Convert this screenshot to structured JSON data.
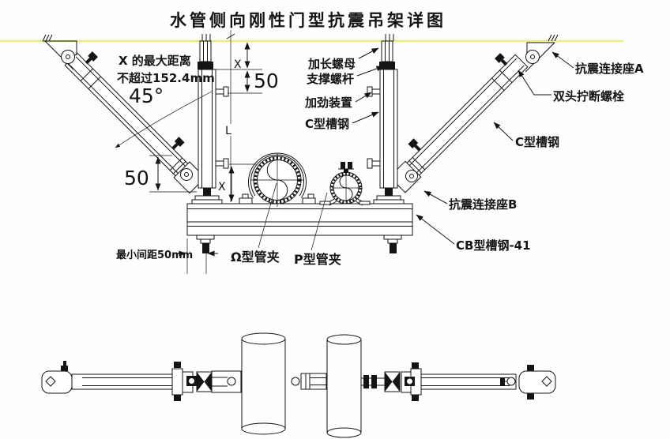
{
  "title": "水管侧向刚性门型抗震吊架详图",
  "drawing": {
    "notes": {
      "max_distance_line1": "X 的最大距离",
      "max_distance_line2": "不超过152.4mm"
    },
    "dims": {
      "angle": "45°",
      "d50_top": "50",
      "d50_left": "50",
      "x_top": "X",
      "x_bottom": "X",
      "length": "L",
      "min_spacing": "最小间距50mm"
    },
    "parts": {
      "extended_nut": "加长螺母",
      "support_rod": "支撑螺杆",
      "stiffener": "加劲装置",
      "c_channel_mid": "C型槽钢",
      "seat_a": "抗震连接座A",
      "breakaway_bolt": "双头拧断螺栓",
      "c_channel_right": "C型槽钢",
      "seat_b": "抗震连接座B",
      "cb_channel": "CB型槽钢-41",
      "omega_clamp": "Ω型管夹",
      "p_clamp": "P型管夹"
    }
  },
  "colors": {
    "ceiling": "#e7ee7f",
    "ink": "#141414",
    "background": "#ffffff"
  }
}
